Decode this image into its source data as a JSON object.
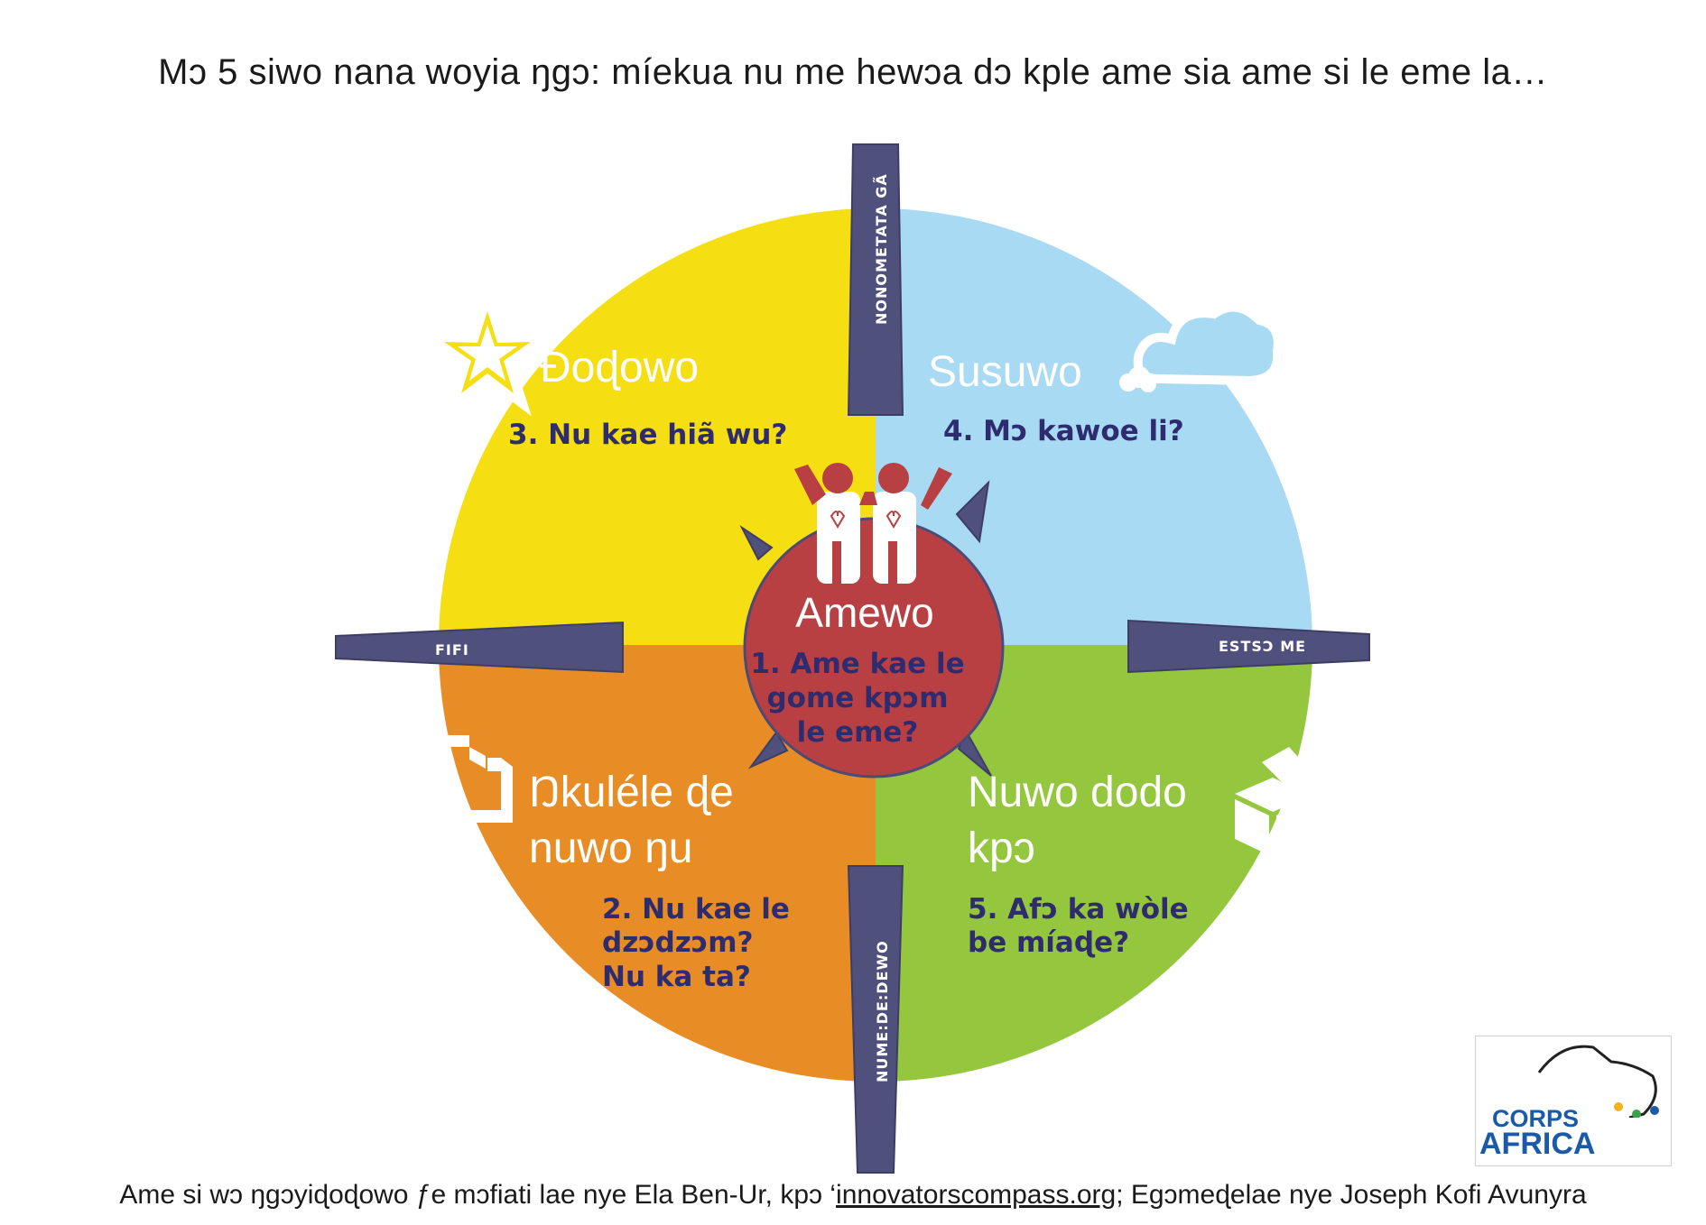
{
  "title": "Mɔ 5 siwo nana woyia ŋgɔ: míekua nu me hewɔa dɔ kple ame sia ame si le eme la…",
  "compass": {
    "north_label": "NONOMETATA GÃ",
    "east_label": "ESTSƆ ME",
    "west_label": "FIFI",
    "south_label": "NUME:DE:DEWO",
    "center": {
      "title": "Amewo",
      "question_lines": [
        "1. Ame kae le",
        "gome kpɔm",
        "le eme?"
      ]
    },
    "quadrants": [
      {
        "name": "Ɖoɖowo",
        "question_lines": [
          "3. Nu kae hiã wu?"
        ],
        "color": "#f5de12",
        "icon": "star-icon"
      },
      {
        "name": "Susuwo",
        "question_lines": [
          "4. Mɔ kawoe li?"
        ],
        "color": "#a8daf3",
        "icon": "cloud-icon"
      },
      {
        "name_lines": [
          "Ŋkuléle ɖe",
          "nuwo ŋu"
        ],
        "question_lines": [
          "2. Nu kae le",
          "dzɔdzɔm?",
          "Nu ka ta?"
        ],
        "color": "#e88c26",
        "icon": "frame-icon"
      },
      {
        "name_lines": [
          "Nuwo dodo",
          "kpɔ"
        ],
        "question_lines": [
          "5. Afɔ ka wòle",
          "be míaɖe?"
        ],
        "color": "#94c73e",
        "icon": "box-icon"
      }
    ]
  },
  "footer": {
    "before": "Ame si wɔ ŋgɔyiɖoɖowo ƒe mɔfiati lae nye Ela Ben-Ur, kpɔ ‘",
    "link": "innovatorscompass.org",
    "after": "; Egɔmeɖelae nye Joseph Kofi Avunyra"
  },
  "logo": {
    "line1": "CORPS",
    "line2": "AFRICA"
  }
}
